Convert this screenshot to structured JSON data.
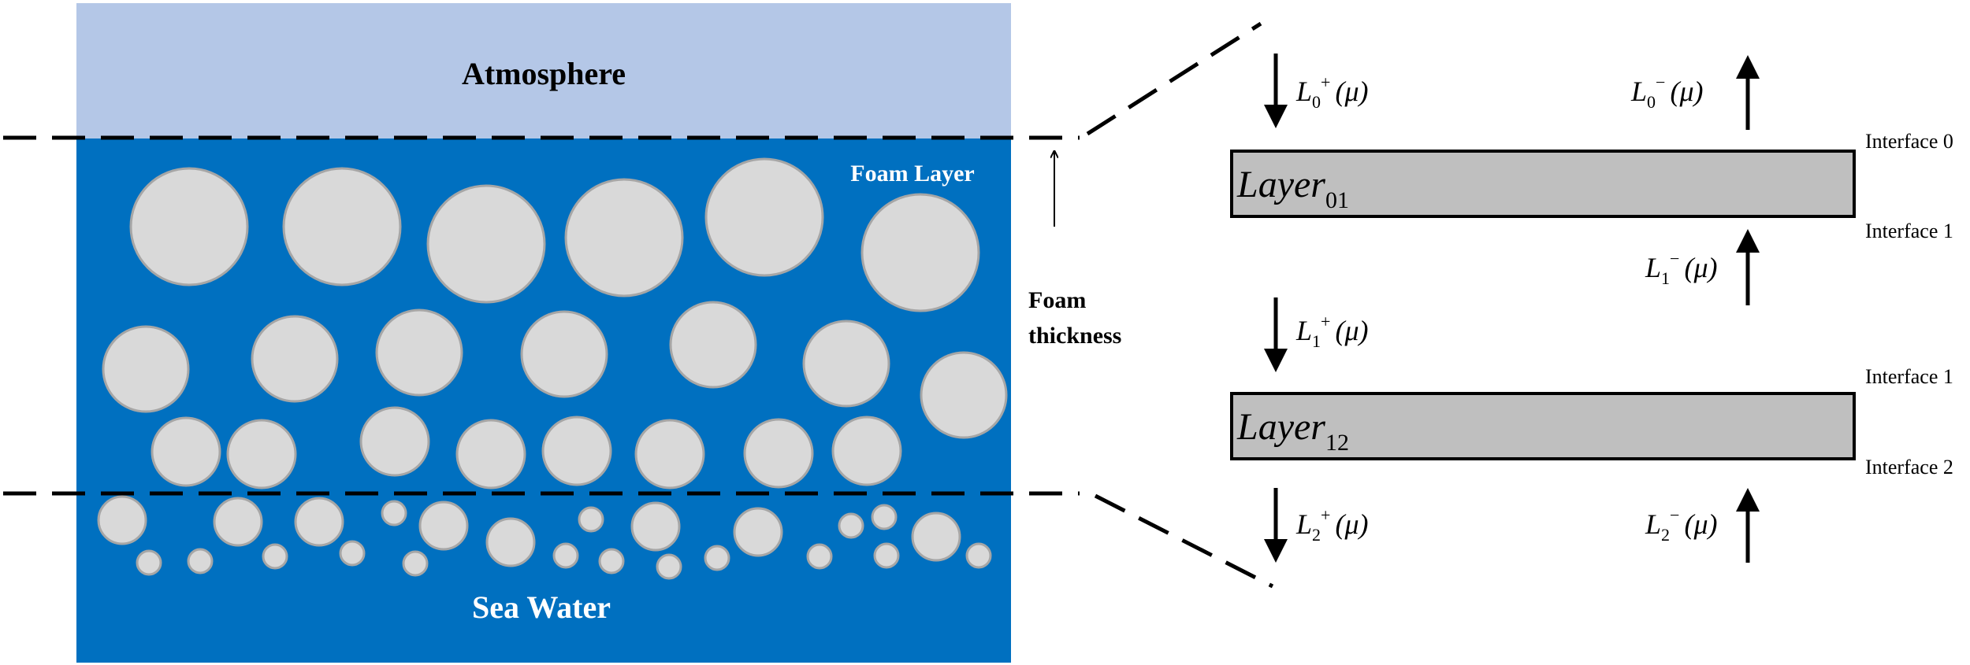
{
  "colors": {
    "atmosphere": "#b4c7e7",
    "sea": "#0070c0",
    "bubble": "#d9d9d9",
    "bubble_edge": "#a6a6a6",
    "layer_fill": "#bfbfbf",
    "line": "#000000",
    "white_text": "#ffffff"
  },
  "left_panel": {
    "atmosphere_label": "Atmosphere",
    "foam_layer_label": "Foam Layer",
    "sea_water_label": "Sea Water",
    "foam_thickness_line1": "Foam",
    "foam_thickness_line2": "thickness",
    "bubble_icon": "circle"
  },
  "right_panel": {
    "layer1": {
      "base": "Layer",
      "sub": "01"
    },
    "layer2": {
      "base": "Layer",
      "sub": "12"
    },
    "interfaces": [
      "Interface 0",
      "Interface 1",
      "Interface 1",
      "Interface 2"
    ],
    "radiances": {
      "L0_plus": {
        "base": "L",
        "sub": "0",
        "sup": "+",
        "arg": "(μ)"
      },
      "L0_minus": {
        "base": "L",
        "sub": "0",
        "sup": "−",
        "arg": "(μ)"
      },
      "L1_minus": {
        "base": "L",
        "sub": "1",
        "sup": "−",
        "arg": "(μ)"
      },
      "L1_plus": {
        "base": "L",
        "sub": "1",
        "sup": "+",
        "arg": "(μ)"
      },
      "L2_plus": {
        "base": "L",
        "sub": "2",
        "sup": "+",
        "arg": "(μ)"
      },
      "L2_minus": {
        "base": "L",
        "sub": "2",
        "sup": "−",
        "arg": "(μ)"
      }
    },
    "arrow_icons": [
      "down-arrow",
      "up-arrow"
    ]
  }
}
